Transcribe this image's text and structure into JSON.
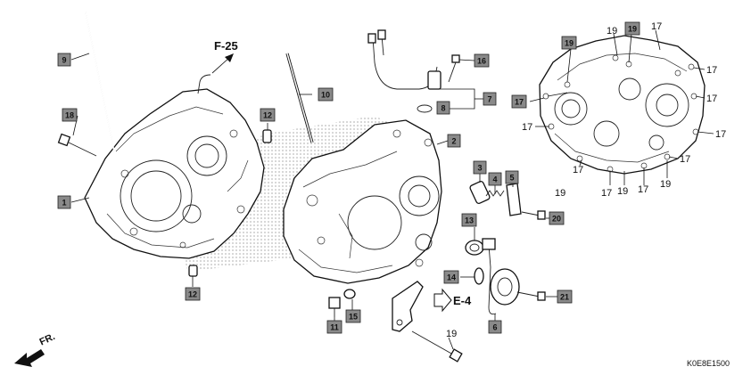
{
  "boxed_labels": [
    {
      "id": "9",
      "text": "9"
    },
    {
      "id": "18",
      "text": "18"
    },
    {
      "id": "1",
      "text": "1"
    },
    {
      "id": "12a",
      "text": "12"
    },
    {
      "id": "12b",
      "text": "12"
    },
    {
      "id": "10",
      "text": "10"
    },
    {
      "id": "2",
      "text": "2"
    },
    {
      "id": "16",
      "text": "16"
    },
    {
      "id": "7",
      "text": "7"
    },
    {
      "id": "8",
      "text": "8"
    },
    {
      "id": "3",
      "text": "3"
    },
    {
      "id": "4",
      "text": "4"
    },
    {
      "id": "5",
      "text": "5"
    },
    {
      "id": "20",
      "text": "20"
    },
    {
      "id": "13",
      "text": "13"
    },
    {
      "id": "14",
      "text": "14"
    },
    {
      "id": "6",
      "text": "6"
    },
    {
      "id": "21",
      "text": "21"
    },
    {
      "id": "11",
      "text": "11"
    },
    {
      "id": "15",
      "text": "15"
    },
    {
      "id": "19box",
      "text": "19"
    },
    {
      "id": "17box",
      "text": "17"
    },
    {
      "id": "19box2",
      "text": "19"
    }
  ],
  "plain_labels": {
    "n19a": "19",
    "n17a": "17",
    "n17b": "17",
    "n17c": "17",
    "n17d": "17",
    "n17e": "17",
    "n17f": "17",
    "n17g": "17",
    "n19b": "19",
    "n17h": "17",
    "n19c": "19",
    "n19d": "19",
    "n17i": "17",
    "n19e": "19"
  },
  "refs": {
    "f25": "F-25",
    "e4": "E-4",
    "front": "FR."
  },
  "diagram_code": "K0E8E1500"
}
